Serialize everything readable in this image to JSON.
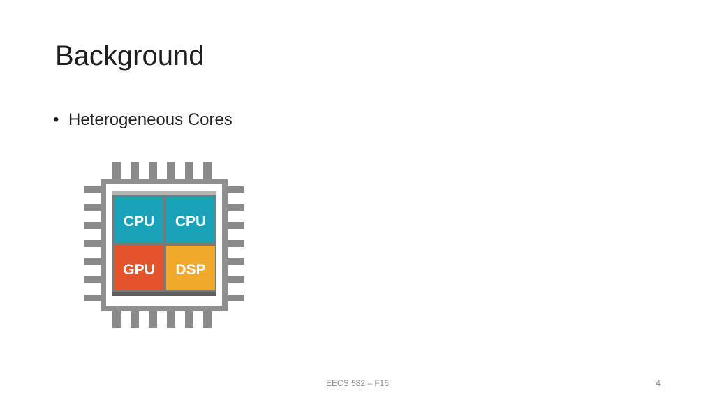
{
  "slide": {
    "title": "Background",
    "bullets": [
      {
        "text": "Heterogeneous Cores"
      }
    ]
  },
  "chip": {
    "icon": "processor-chip-icon",
    "cores": [
      {
        "label": "CPU",
        "color": "#1aa3b8"
      },
      {
        "label": "CPU",
        "color": "#1aa3b8"
      },
      {
        "label": "GPU",
        "color": "#e4532c"
      },
      {
        "label": "DSP",
        "color": "#f0a92a"
      }
    ],
    "frame_color": "#8f8f8f",
    "pin_color": "#8a8a8a"
  },
  "footer": {
    "center_text": "EECS 582 – F16",
    "page_number": "4"
  }
}
